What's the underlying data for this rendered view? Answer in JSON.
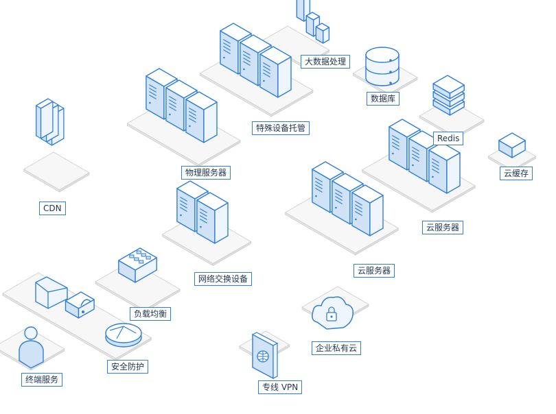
{
  "colors": {
    "stroke": "#2f7ed8",
    "fill_light": "#eef5fc",
    "fill_mid": "#cfe2f6",
    "fill_dark": "#a9c9ec",
    "platform_fill": "#f7f7f7",
    "platform_stroke": "#cfcfcf",
    "label_text": "#1f3550"
  },
  "nodes": [
    {
      "id": "big-data",
      "label": "大数据处理",
      "icon": "bar-columns-icon"
    },
    {
      "id": "database",
      "label": "数据库",
      "icon": "database-cylinder-icon"
    },
    {
      "id": "redis",
      "label": "Redis",
      "icon": "stacked-slabs-icon"
    },
    {
      "id": "cloud-cache",
      "label": "云缓存",
      "icon": "cache-box-icon"
    },
    {
      "id": "special-hosting",
      "label": "特殊设备托管",
      "icon": "server-tower-icon"
    },
    {
      "id": "physical-server",
      "label": "物理服务器",
      "icon": "server-tower-icon"
    },
    {
      "id": "cdn",
      "label": "CDN",
      "icon": "file-stack-icon"
    },
    {
      "id": "cloud-server-1",
      "label": "云服务器",
      "icon": "server-tower-icon"
    },
    {
      "id": "cloud-server-2",
      "label": "云服务器",
      "icon": "server-tower-icon"
    },
    {
      "id": "network-switch",
      "label": "网络交换设备",
      "icon": "server-tower-icon"
    },
    {
      "id": "load-balance",
      "label": "负载均衡",
      "icon": "switch-box-icon"
    },
    {
      "id": "security",
      "label": "安全防护",
      "icon": "shield-lock-icon"
    },
    {
      "id": "terminal",
      "label": "终端服务",
      "icon": "user-person-icon"
    },
    {
      "id": "vpn",
      "label": "专线 VPN",
      "icon": "vpn-globe-panel-icon"
    },
    {
      "id": "private-cloud",
      "label": "企业私有云",
      "icon": "cloud-lock-icon"
    }
  ]
}
